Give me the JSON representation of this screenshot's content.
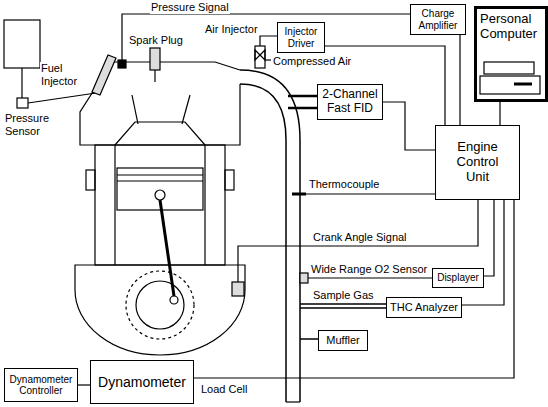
{
  "diagram": {
    "nodes": [
      {
        "text": [
          "Charge Amplifier"
        ]
      },
      {
        "text": [
          "Personal Computer"
        ]
      },
      {
        "text": [
          "Injector Driver"
        ]
      },
      {
        "text": [
          "2-Channel Fast FID"
        ]
      },
      {
        "text": [
          "Engine Control Unit"
        ]
      },
      {
        "text": [
          "Displayer"
        ]
      },
      {
        "text": [
          "THC Analyzer"
        ]
      },
      {
        "text": [
          "Muffler"
        ]
      },
      {
        "text": [
          "Dynamometer Controller"
        ]
      },
      {
        "text": [
          "Dynamometer"
        ]
      }
    ],
    "edges": [
      {
        "from": 0,
        "to": 4,
        "arrow": "none"
      },
      {
        "from": 4,
        "to": 1,
        "arrow": "none"
      },
      {
        "from": 4,
        "to": 2,
        "arrow": "none"
      },
      {
        "from": 3,
        "to": 4,
        "arrow": "none"
      },
      {
        "from": 5,
        "to": 4,
        "arrow": "none"
      },
      {
        "from": 6,
        "to": 4,
        "arrow": "none"
      },
      {
        "from": 9,
        "to": 4,
        "arrow": "none"
      },
      {
        "from": 8,
        "to": 9,
        "arrow": "none"
      }
    ],
    "labels": [
      "Pressure Signal",
      "Fuel Injector",
      "Spark Plug",
      "Air Injector",
      "Compressed Air",
      "Pressure Sensor",
      "Thermocouple",
      "Crank Angle Signal",
      "Wide Range O2 Sensor",
      "Sample Gas",
      "Load Cell"
    ]
  }
}
